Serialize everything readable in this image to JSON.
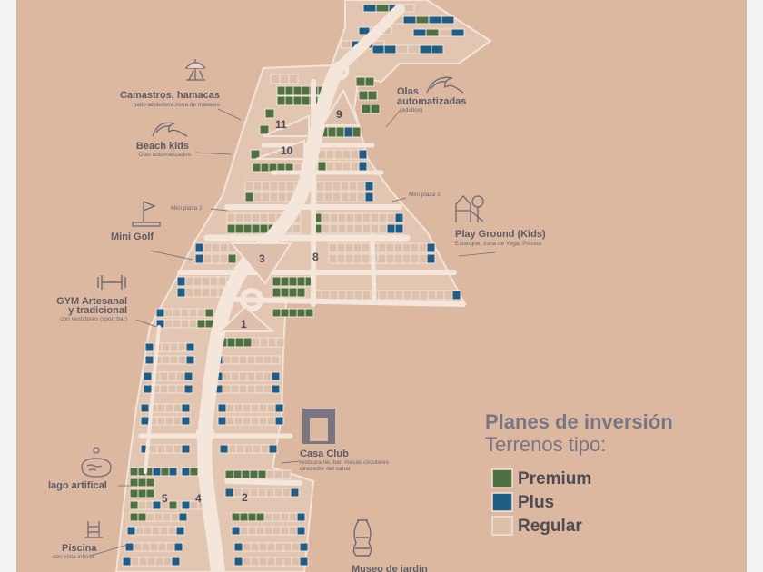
{
  "colors": {
    "background": "#dcb8a0",
    "lot_regular": "#dcc0ac",
    "lot_premium": "#4f7142",
    "lot_plus": "#1f5d86",
    "lot_stroke": "#f2e4d8",
    "text_dark": "#4f4b55",
    "text_legend": "#7a7582"
  },
  "amenities": {
    "camastros": {
      "title": "Camastros, hamacas",
      "sub": "patio azoledera zona de masajes",
      "icon": "beach-chair-icon"
    },
    "olas": {
      "title1": "Olas",
      "title2": "automatizadas",
      "sub": "(adultos)",
      "icon": "wave-icon"
    },
    "beach_kids": {
      "title": "Beach kids",
      "sub": "Olas automatizados",
      "icon": "wave-icon"
    },
    "mini_golf": {
      "title": "Mini Golf",
      "icon": "golf-flag-icon"
    },
    "play_ground": {
      "title": "Play Ground (Kids)",
      "sub": "Estanque, zona de Yoga, Piscina",
      "icon": "playground-icon"
    },
    "gym": {
      "title1": "GYM Artesanal",
      "title2": "y tradicional",
      "sub": "con vestidores (sport bar)",
      "icon": "dumbbell-icon"
    },
    "casa_club": {
      "title": "Casa Club",
      "sub1": "restaurante, bar, mesas circulares",
      "sub2": "alrededor del canal",
      "icon": "house-icon"
    },
    "lago": {
      "title": "lago artifical",
      "icon": "lake-icon"
    },
    "piscina": {
      "title": "Piscina",
      "sub": "con vista infinita",
      "icon": "pool-ladder-icon"
    },
    "museo": {
      "title": "Museo de jardín",
      "icon": "vase-icon"
    }
  },
  "mini_plazas": {
    "plaza2": "Mini plaza 2",
    "plaza3": "Mini plaza 3"
  },
  "zones": [
    "1",
    "2",
    "3",
    "4",
    "5",
    "8",
    "9",
    "10",
    "11"
  ],
  "legend": {
    "title": "Planes de inversión",
    "subtitle": "Terrenos tipo:",
    "items": [
      {
        "label": "Premium",
        "color": "#4f7142"
      },
      {
        "label": "Plus",
        "color": "#1f5d86"
      },
      {
        "label": "Regular",
        "color": "#dcc0ac"
      }
    ]
  }
}
